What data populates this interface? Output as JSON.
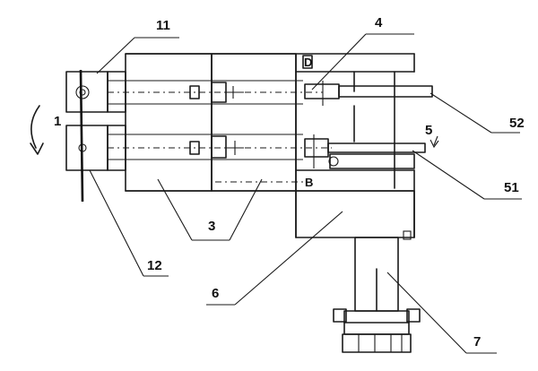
{
  "labels": {
    "l1": "1",
    "l11": "11",
    "l12": "12",
    "l3": "3",
    "l4": "4",
    "l6": "6",
    "l7": "7",
    "l51": "51",
    "l52": "52",
    "l5": "5",
    "mark_d": "D",
    "mark_b": "B"
  }
}
